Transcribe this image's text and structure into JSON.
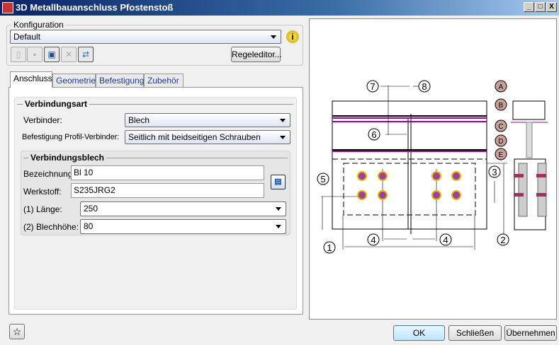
{
  "window": {
    "title": "3D Metallbauanschluss Pfostenstoß",
    "min": "_",
    "max": "□",
    "close": "X"
  },
  "konfiguration": {
    "label": "Konfiguration",
    "value": "Default",
    "regeleditor": "Regeleditor..."
  },
  "tabs": [
    {
      "label": "Anschluss"
    },
    {
      "label": "Geometrie"
    },
    {
      "label": "Befestigung"
    },
    {
      "label": "Zubehör"
    }
  ],
  "verbindungsart": {
    "title": "Verbindungsart",
    "verbinder_label": "Verbinder:",
    "verbinder_value": "Blech",
    "befestigung_label": "Befestigung Profil-Verbinder:",
    "befestigung_value": "Seitlich mit beidseitigen Schrauben"
  },
  "verbindungsblech": {
    "title": "Verbindungsblech",
    "bezeichnung_label": "Bezeichnung:",
    "bezeichnung_value": "Bl 10",
    "werkstoff_label": "Werkstoff:",
    "werkstoff_value": "S235JRG2",
    "laenge_label": "(1)  Länge:",
    "laenge_value": "250",
    "hoehe_label": "(2)  Blechhöhe:",
    "hoehe_value": "80"
  },
  "drawing": {
    "labels": {
      "n1": "1",
      "n2": "2",
      "n3": "3",
      "n4a": "4",
      "n4b": "4",
      "n5": "5",
      "n6": "6",
      "n7": "7",
      "n8": "8",
      "A": "A",
      "B": "B",
      "C": "C",
      "D": "D",
      "E": "E"
    }
  },
  "footer": {
    "ok": "OK",
    "close": "Schließen",
    "apply": "Übernehmen"
  },
  "colors": {
    "magenta": "#a000a0",
    "bolt": "#9b3fa0",
    "boltring": "#e8b800",
    "letterbubble": "#c9a198"
  }
}
